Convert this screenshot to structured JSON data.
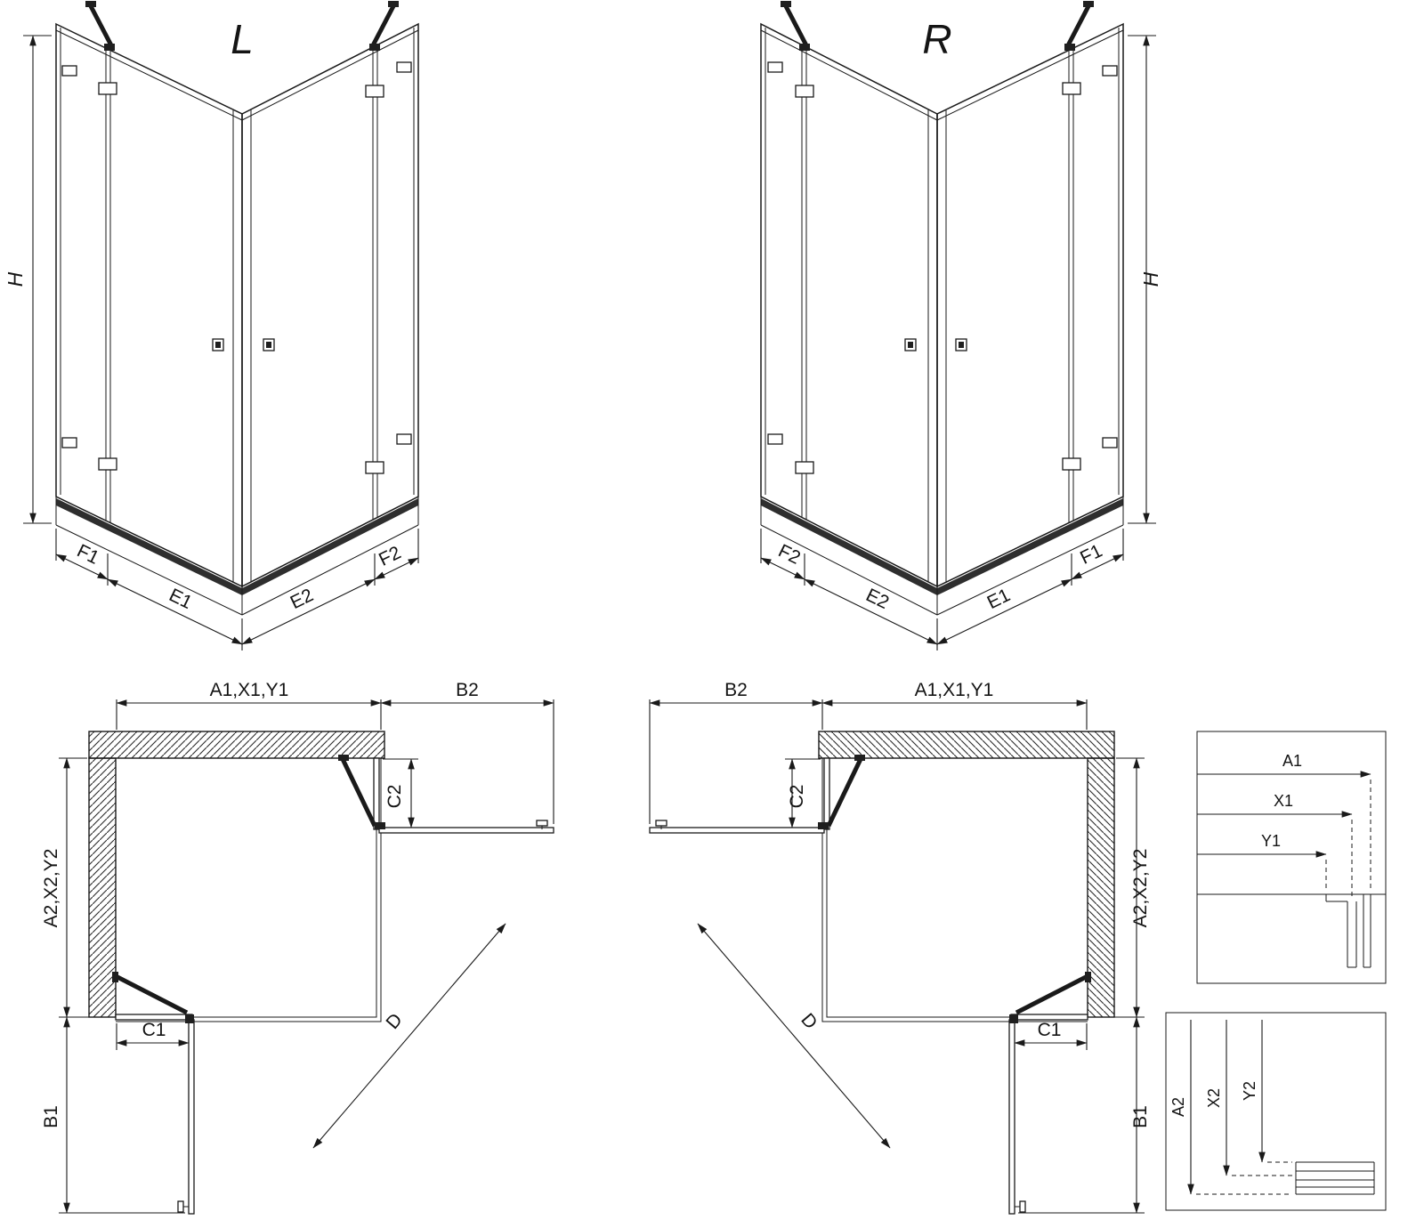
{
  "colors": {
    "line": "#1a1a1a",
    "tray": "#2e2e2e",
    "background": "#ffffff"
  },
  "perspective_left": {
    "variant": "L",
    "h": "H",
    "f1": "F1",
    "e1": "E1",
    "e2": "E2",
    "f2": "F2"
  },
  "perspective_right": {
    "variant": "R",
    "h": "H",
    "f1": "F1",
    "e1": "E1",
    "e2": "E2",
    "f2": "F2"
  },
  "plan_left": {
    "a1": "A1,X1,Y1",
    "b2": "B2",
    "c2": "C2",
    "a2": "A2,X2,Y2",
    "c1": "C1",
    "b1": "B1",
    "d": "D"
  },
  "plan_right": {
    "a1": "A1,X1,Y1",
    "b2": "B2",
    "c2": "C2",
    "a2": "A2,X2,Y2",
    "c1": "C1",
    "b1": "B1",
    "d": "D"
  },
  "detail_width": {
    "a1": "A1",
    "x1": "X1",
    "y1": "Y1"
  },
  "detail_depth": {
    "a2": "A2",
    "x2": "X2",
    "y2": "Y2"
  }
}
